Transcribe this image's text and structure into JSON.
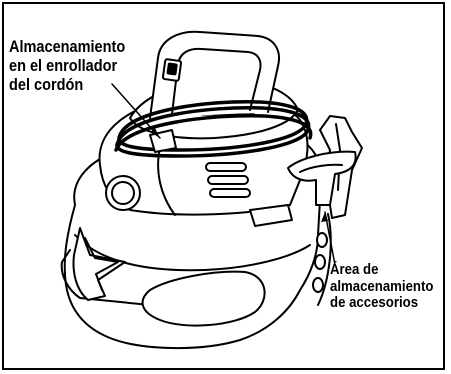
{
  "labels": {
    "cord_storage": [
      "Almacenamiento",
      "en el enrollador",
      "del cordón"
    ],
    "accessory_storage": [
      "Área de",
      "almacenamiento",
      "de accesorios"
    ]
  },
  "colors": {
    "ink": "#000000",
    "paper": "#ffffff"
  }
}
